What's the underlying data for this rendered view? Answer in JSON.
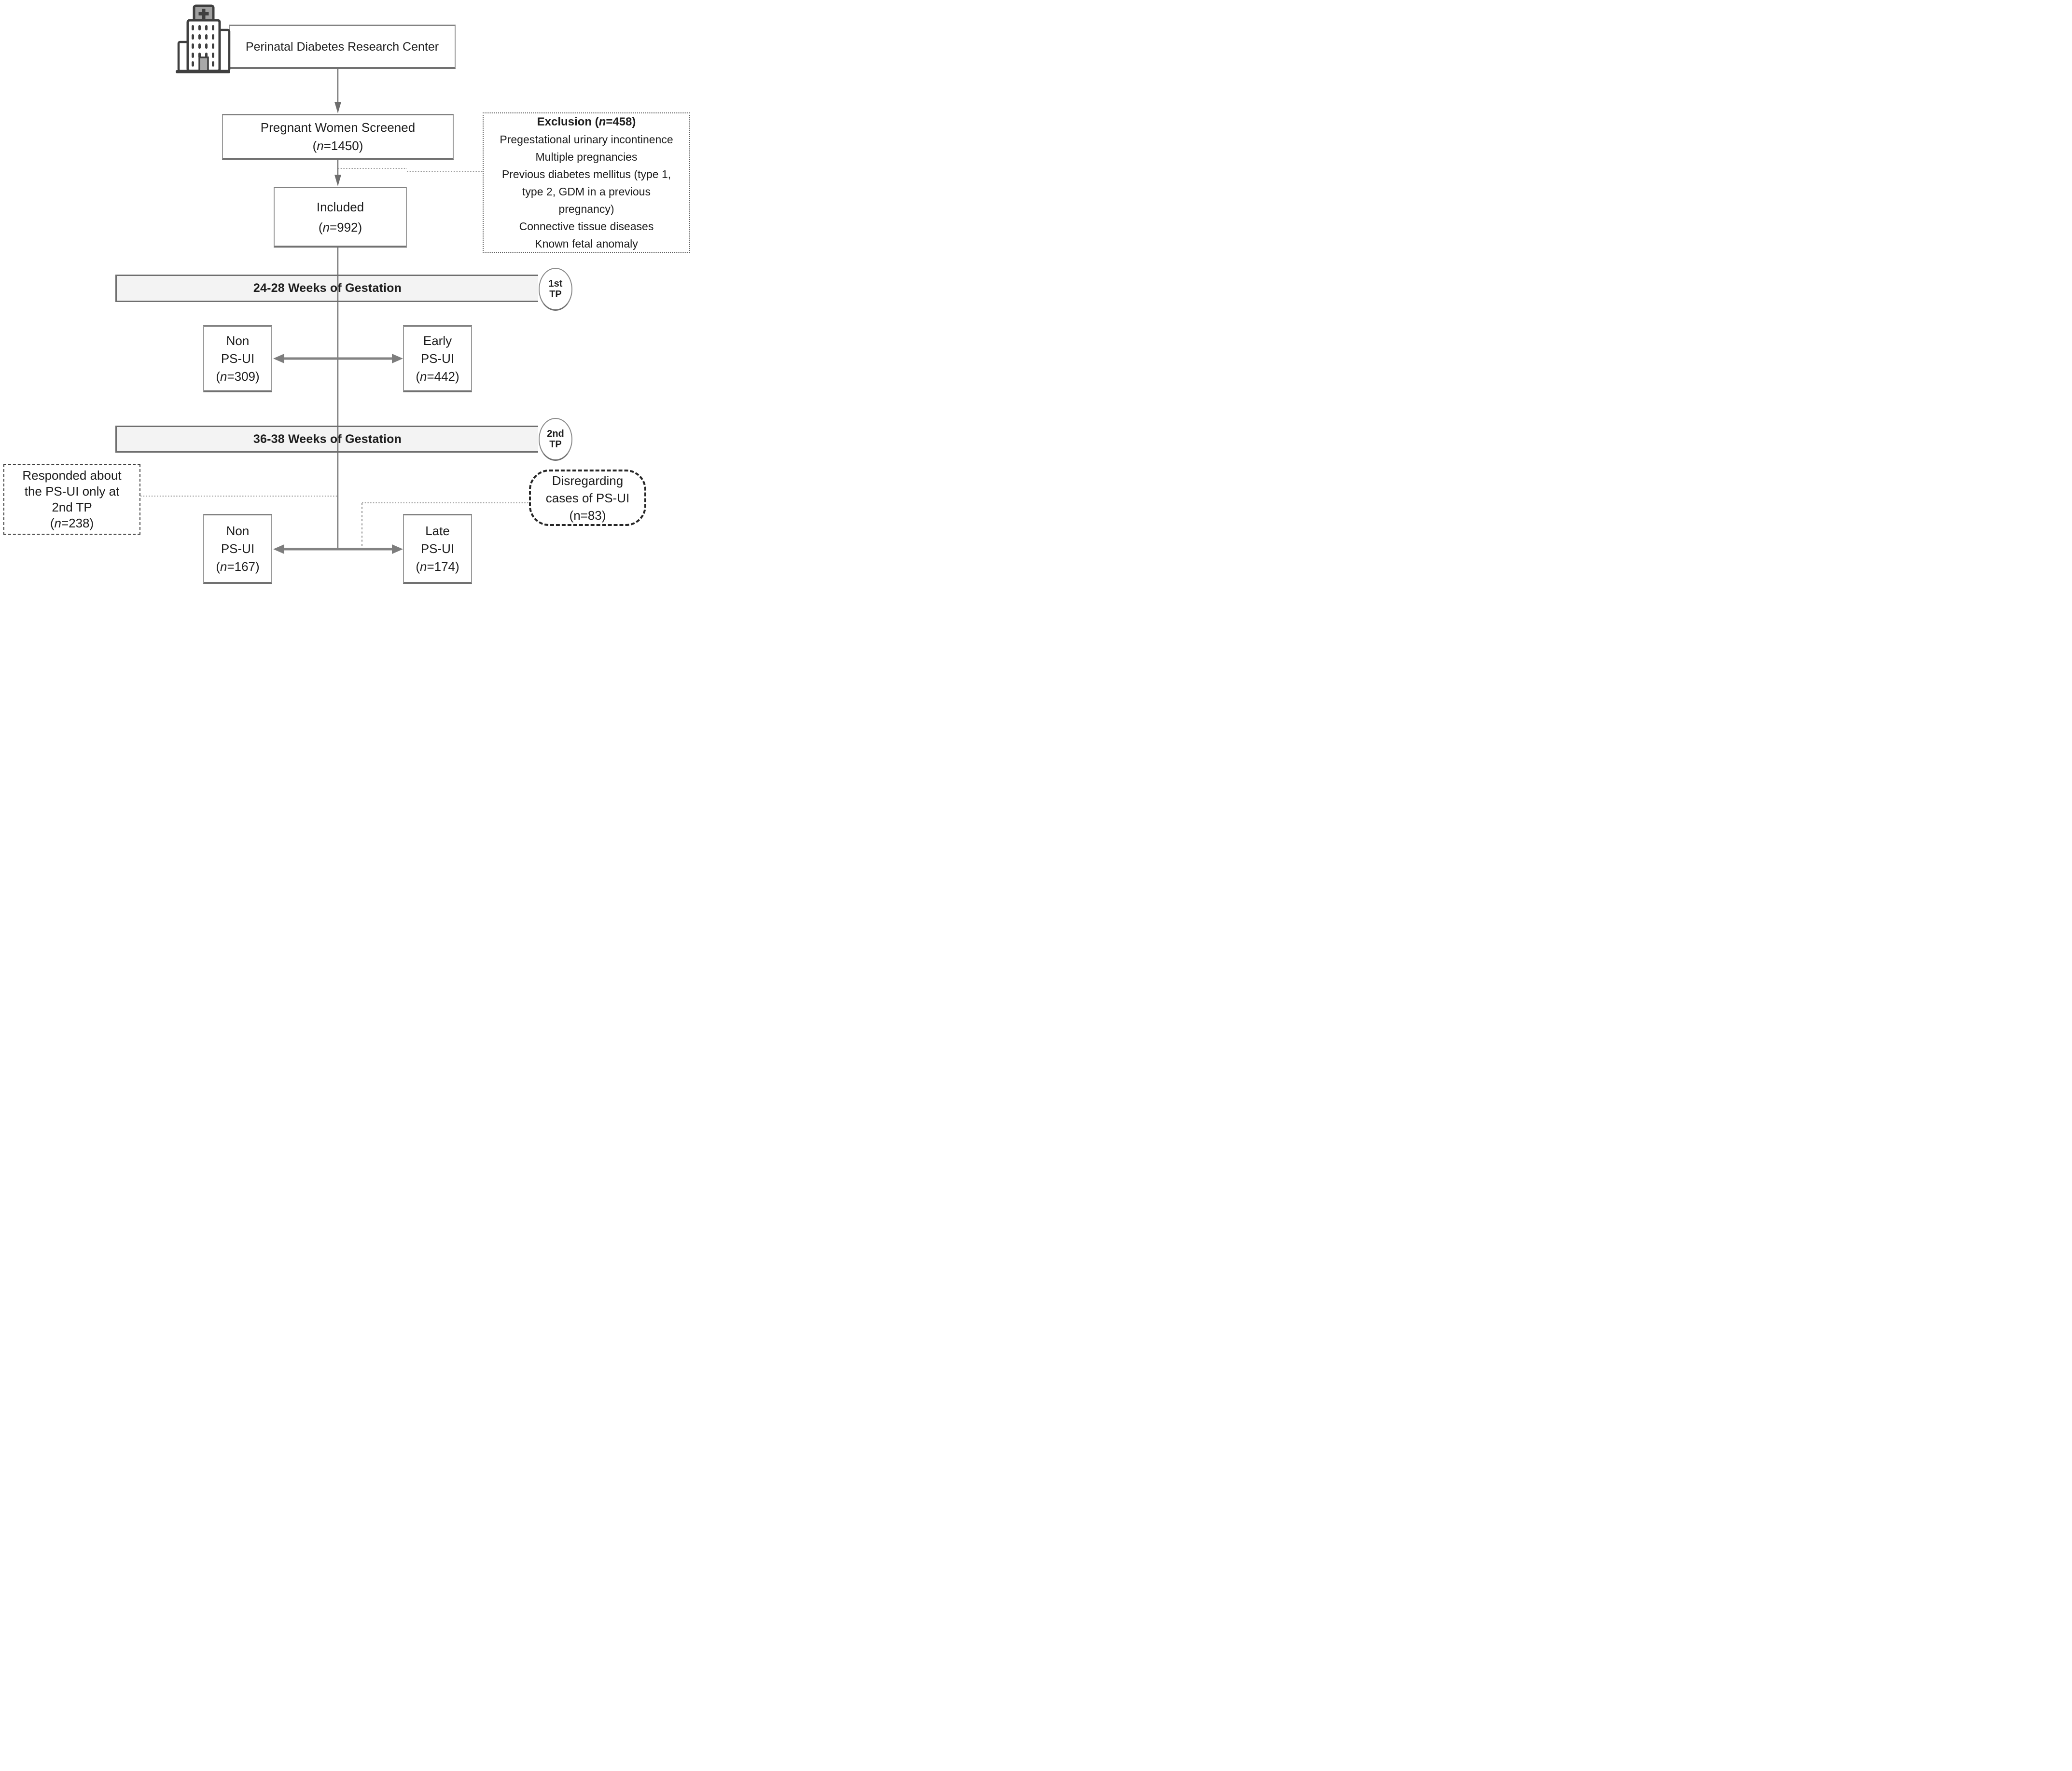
{
  "colors": {
    "band_fill": "#f3f3f3",
    "connector_gray": "#6d6d6d",
    "text": "#1c1c1c"
  },
  "diagram": {
    "source": {
      "label": "Perinatal Diabetes Research Center"
    },
    "screened": {
      "title": "Pregnant Women Screened",
      "n": "(n=1450)"
    },
    "exclusion": {
      "title": "Exclusion (n=458)",
      "lines": [
        "Pregestational urinary incontinence",
        "Multiple pregnancies",
        "Previous diabetes mellitus (type 1,",
        "type 2, GDM in a previous",
        "pregnancy)",
        "Connective tissue diseases",
        "Known fetal anomaly"
      ]
    },
    "included": {
      "title": "Included",
      "n": "(n=992)"
    },
    "band1": {
      "label": "24-28 Weeks of Gestation",
      "badge_top": "1st",
      "badge_bottom": "TP"
    },
    "band2": {
      "label": "36-38 Weeks of Gestation",
      "badge_top": "2nd",
      "badge_bottom": "TP"
    },
    "tp1_left": {
      "name": "Non",
      "group": "PS-UI",
      "n": "(n=309)"
    },
    "tp1_right": {
      "name": "Early",
      "group": "PS-UI",
      "n": "(n=442)"
    },
    "responded_note": {
      "lines": [
        "Responded about",
        "the PS-UI only at",
        "2nd TP"
      ],
      "n": "(n=238)"
    },
    "disregarding_note": {
      "lines": [
        "Disregarding",
        "cases of PS-UI",
        "(n=83)"
      ]
    },
    "tp2_left": {
      "name": "Non",
      "group": "PS-UI",
      "n": "(n=167)"
    },
    "tp2_right": {
      "name": "Late",
      "group": "PS-UI",
      "n": "(n=174)"
    }
  }
}
